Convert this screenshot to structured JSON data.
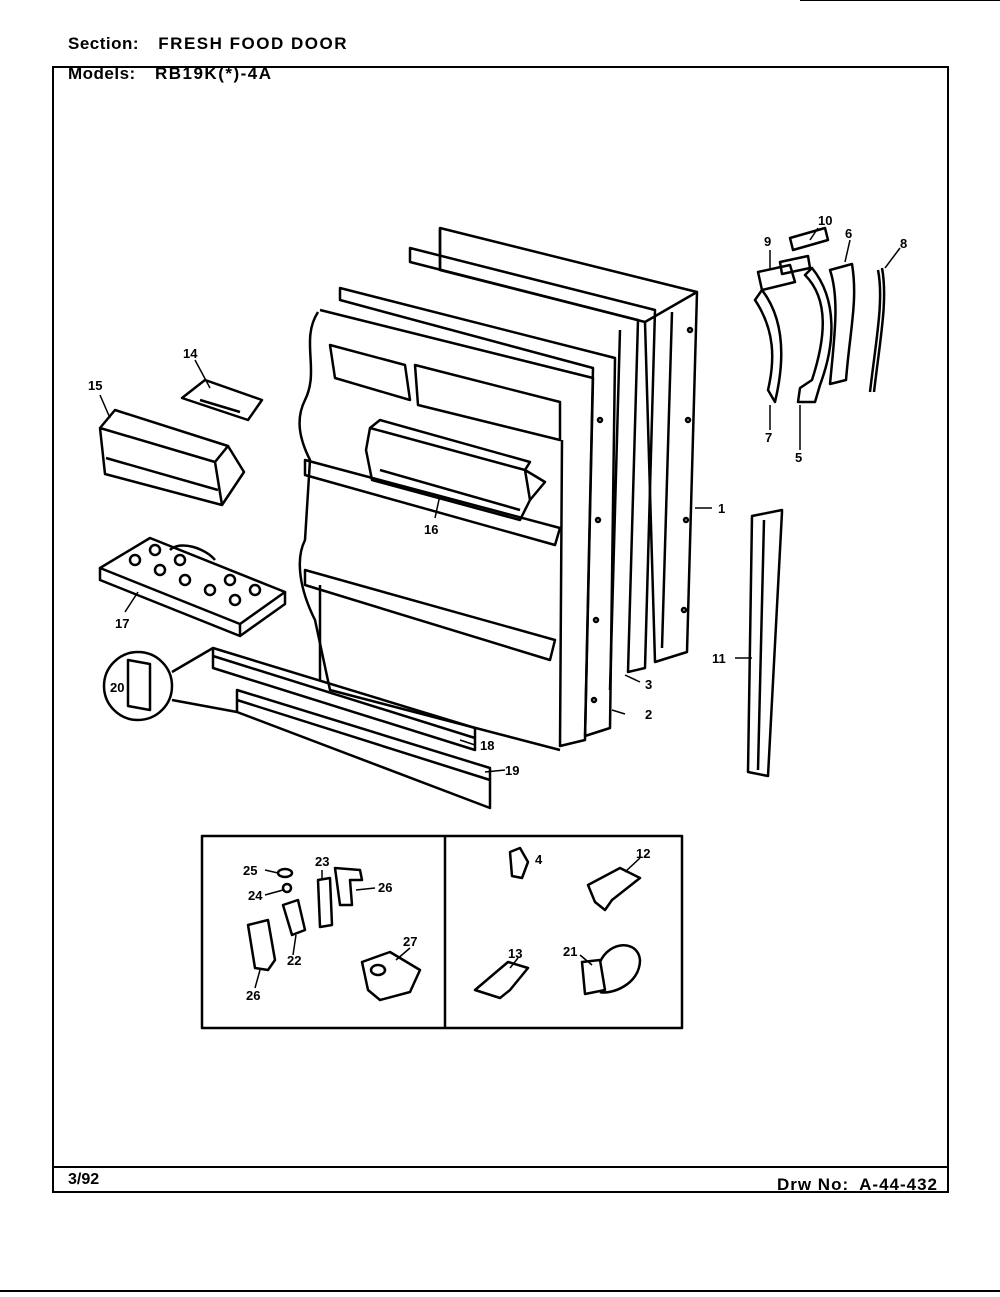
{
  "header": {
    "section_label": "Section:",
    "section_value": "FRESH FOOD DOOR",
    "models_label": "Models:",
    "models_value": "RB19K(*)-4A"
  },
  "footer": {
    "date": "3/92",
    "drawing_label": "Drw No:",
    "drawing_value": "A-44-432"
  },
  "callouts": {
    "p1": "1",
    "p2": "2",
    "p3": "3",
    "p4": "4",
    "p5": "5",
    "p6": "6",
    "p7": "7",
    "p8": "8",
    "p9": "9",
    "p10": "10",
    "p11": "11",
    "p12": "12",
    "p13": "13",
    "p14": "14",
    "p15": "15",
    "p16": "16",
    "p17": "17",
    "p18": "18",
    "p19": "19",
    "p20": "20",
    "p21": "21",
    "p22": "22",
    "p23": "23",
    "p24": "24",
    "p25": "25",
    "p26a": "26",
    "p26b": "26",
    "p27": "27"
  }
}
